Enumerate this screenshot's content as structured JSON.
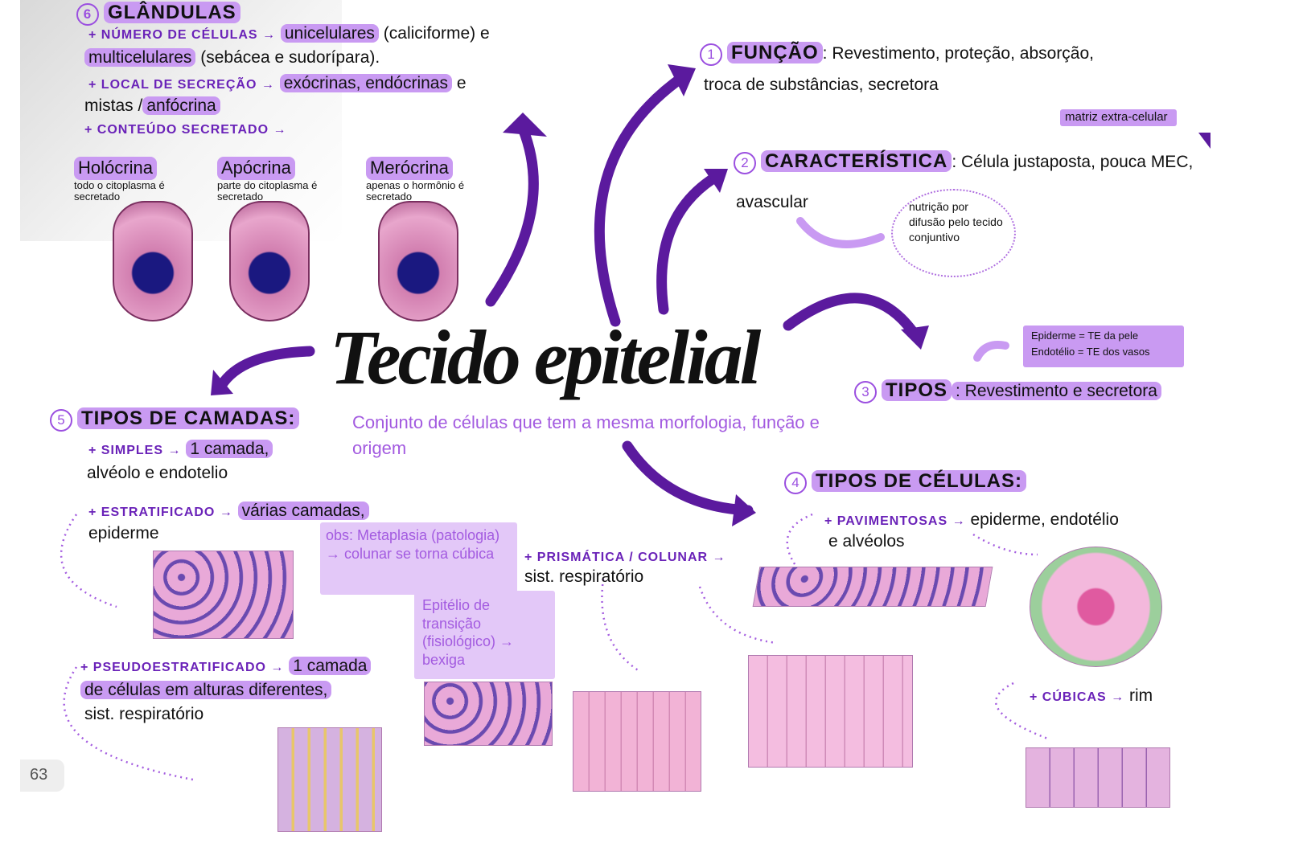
{
  "title": "Tecido epitelial",
  "subtitle": "Conjunto de células que tem a mesma morfologia, função e origem",
  "page_number": "63",
  "colors": {
    "accent": "#5b1a9e",
    "highlight": "#c99af2",
    "numbering": "#9b4fe0"
  },
  "sections": {
    "funcao": {
      "num": "1",
      "heading": "FUNÇÃO",
      "text1": ": Revestimento, proteção, absorção,",
      "text2": "troca de substâncias, secretora"
    },
    "caracteristica": {
      "num": "2",
      "heading": "CARACTERÍSTICA",
      "text": ": Célula justaposta, pouca MEC,",
      "text2": "avascular",
      "mec_note": "matriz extra-celular",
      "bubble": "nutrição por difusão pelo tecido conjuntivo"
    },
    "tipos": {
      "num": "3",
      "heading": "TIPOS",
      "text": ": Revestimento e secretora",
      "note1": "Epiderme = TE da pele",
      "note2": "Endotélio = TE dos vasos"
    },
    "celulas": {
      "num": "4",
      "heading": "TIPOS DE CÉLULAS:",
      "pavimentosas_label": "+ PAVIMENTOSAS →",
      "pavimentosas_text": "epiderme, endotélio",
      "pavimentosas_text2": "e alvéolos",
      "prismatica_label": "+ PRISMÁTICA / COLUNAR →",
      "prismatica_text": "sist. respiratório",
      "cubicas_label": "+ CÚBICAS →",
      "cubicas_text": "rim"
    },
    "camadas": {
      "num": "5",
      "heading": "TIPOS DE CAMADAS:",
      "simples_label": "+ SIMPLES →",
      "simples_text": "1 camada,",
      "simples_text2": "alvéolo e endotelio",
      "estratificado_label": "+ ESTRATIFICADO →",
      "estratificado_text": "várias camadas,",
      "estratificado_text2": "epiderme",
      "pseudo_label": "+ PSEUDOESTRATIFICADO →",
      "pseudo_text": "1 camada",
      "pseudo_text2": "de células em alturas diferentes,",
      "pseudo_text3": "sist. respiratório",
      "obs": "obs: Metaplasia (patologia) → colunar se torna cúbica",
      "transicao": "Epitélio de transição (fisiológico) → bexiga"
    },
    "glandulas": {
      "num": "6",
      "heading": "GLÂNDULAS",
      "numero_label": "+ NÚMERO DE CÉLULAS →",
      "numero_text": "unicelulares",
      "numero_text2": "(caliciforme) e",
      "numero_text3": "multicelulares",
      "numero_text4": "(sebácea e sudorípara).",
      "local_label": "+ LOCAL DE SECREÇÃO →",
      "local_text": "exócrinas, endócrinas",
      "local_text2": "e",
      "local_text3": "mistas /",
      "local_text4": "anfócrina",
      "conteudo_label": "+ CONTEÚDO SECRETADO →",
      "types": [
        {
          "name": "Holócrina",
          "desc": "todo o citoplasma é secretado"
        },
        {
          "name": "Apócrina",
          "desc": "parte do citoplasma é secretado"
        },
        {
          "name": "Merócrina",
          "desc": "apenas o hormônio é secretado"
        }
      ]
    }
  }
}
